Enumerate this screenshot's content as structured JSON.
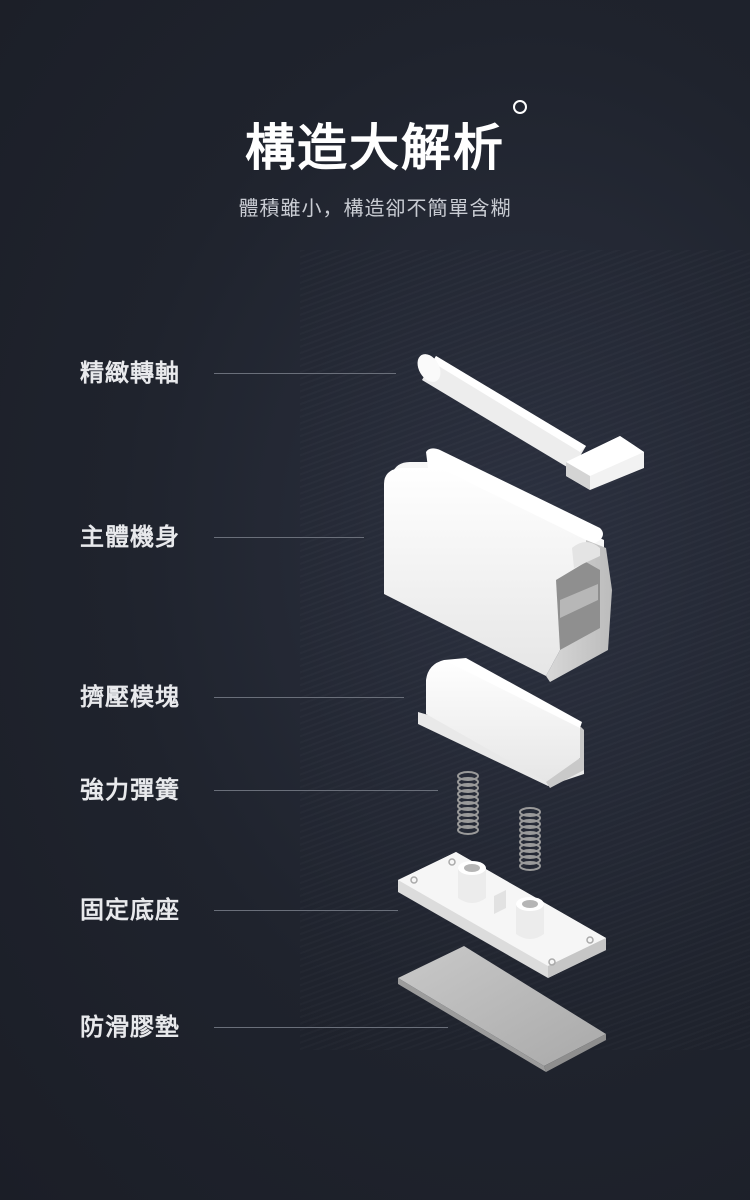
{
  "header": {
    "title": "構造大解析",
    "subtitle": "體積雖小，構造卻不簡單含糊"
  },
  "parts": [
    {
      "label": "精緻轉軸"
    },
    {
      "label": "主體機身"
    },
    {
      "label": "擠壓模塊"
    },
    {
      "label": "強力彈簧"
    },
    {
      "label": "固定底座"
    },
    {
      "label": "防滑膠墊"
    }
  ],
  "colors": {
    "background": "#1f232d",
    "part_white": "#f4f4f4",
    "pad_gray": "#bdbdbd",
    "leader_line": "#6a6f7a"
  }
}
